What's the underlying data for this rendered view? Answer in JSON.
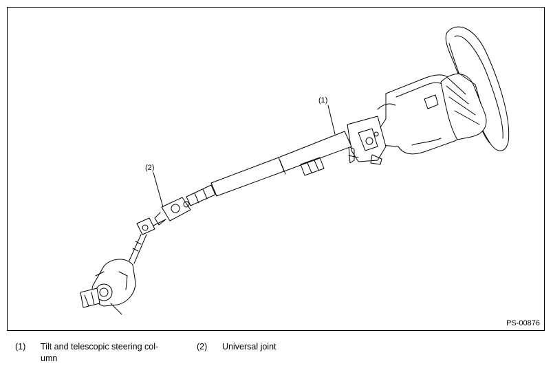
{
  "figure": {
    "callouts": [
      {
        "id": "callout-1",
        "label": "(1)"
      },
      {
        "id": "callout-2",
        "label": "(2)"
      }
    ],
    "figure_id": "PS-00876"
  },
  "legend": [
    {
      "number": "(1)",
      "text": "Tilt and telescopic steering col-",
      "text_line2": "umn"
    },
    {
      "number": "(2)",
      "text": "Universal joint"
    }
  ]
}
